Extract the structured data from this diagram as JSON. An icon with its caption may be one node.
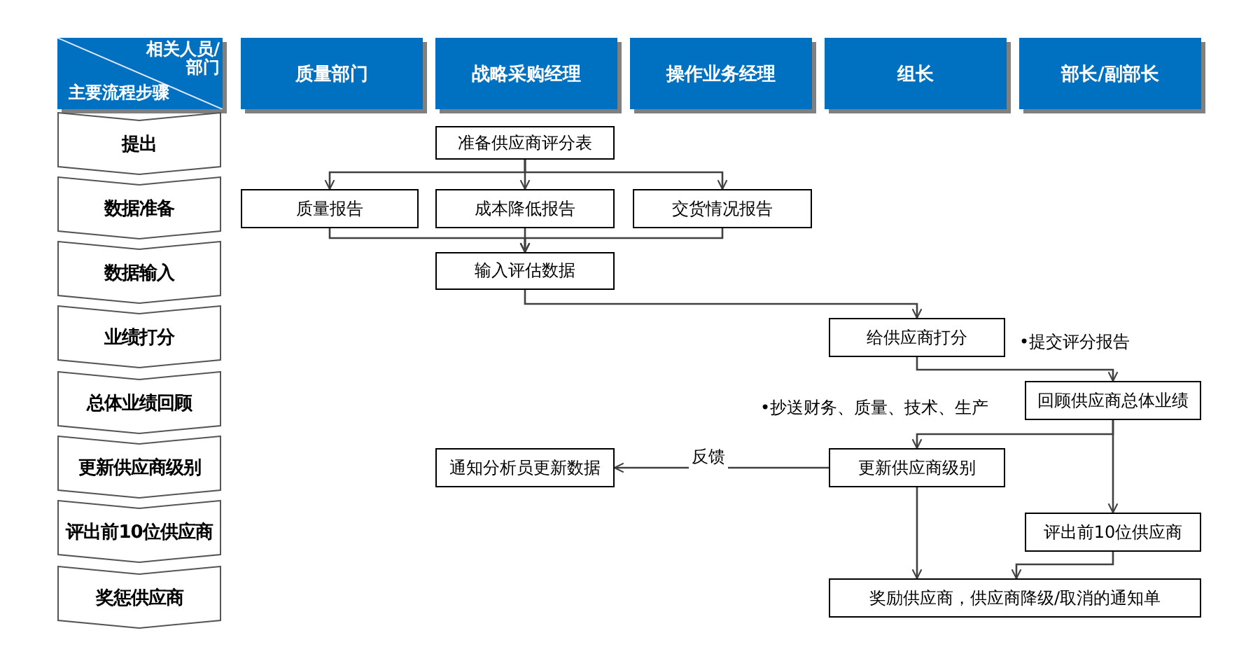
{
  "diagram": {
    "nodes": [
      {
        "text": [
          "相关人员/部门",
          "主要流程步骤"
        ]
      },
      {
        "text": [
          "质量部门"
        ]
      },
      {
        "text": [
          "战略采购经理"
        ]
      },
      {
        "text": [
          "操作业务经理"
        ]
      },
      {
        "text": [
          "组长"
        ]
      },
      {
        "text": [
          "部长/副部长"
        ]
      },
      {
        "text": [
          "提出"
        ]
      },
      {
        "text": [
          "数据准备"
        ]
      },
      {
        "text": [
          "数据输入"
        ]
      },
      {
        "text": [
          "业绩打分"
        ]
      },
      {
        "text": [
          "总体业绩回顾"
        ]
      },
      {
        "text": [
          "更新供应商级别"
        ]
      },
      {
        "text": [
          "评出前10位供应商"
        ]
      },
      {
        "text": [
          "奖惩供应商"
        ]
      },
      {
        "text": [
          "准备供应商评分表"
        ]
      },
      {
        "text": [
          "质量报告"
        ]
      },
      {
        "text": [
          "成本降低报告"
        ]
      },
      {
        "text": [
          "交货情况报告"
        ]
      },
      {
        "text": [
          "输入评估数据"
        ]
      },
      {
        "text": [
          "给供应商打分"
        ],
        "beside": [
          "•提交评分报告"
        ]
      },
      {
        "text": [
          "回顾供应商总体业绩"
        ],
        "beside": [
          "•抄送财务、质量、技术、生产"
        ]
      },
      {
        "text": [
          "更新供应商级别"
        ]
      },
      {
        "text": [
          "通知分析员更新数据"
        ]
      },
      {
        "text": [
          "评出前10位供应商"
        ]
      },
      {
        "text": [
          "奖励供应商，供应商降级/取消的通知单"
        ]
      }
    ],
    "edges": [
      {
        "from": 14,
        "to": 15,
        "arrow": "to"
      },
      {
        "from": 14,
        "to": 16,
        "arrow": "to"
      },
      {
        "from": 14,
        "to": 17,
        "arrow": "to"
      },
      {
        "from": 15,
        "to": 18,
        "arrow": "to"
      },
      {
        "from": 16,
        "to": 18,
        "arrow": "to"
      },
      {
        "from": 17,
        "to": 18,
        "arrow": "to"
      },
      {
        "from": 18,
        "to": 19,
        "arrow": "to"
      },
      {
        "from": 19,
        "to": 20,
        "arrow": "to"
      },
      {
        "from": 20,
        "to": 21,
        "arrow": "to"
      },
      {
        "from": 20,
        "to": 23,
        "arrow": "to"
      },
      {
        "from": 21,
        "to": 22,
        "arrow": "to",
        "label": "反馈"
      },
      {
        "from": 21,
        "to": 24,
        "arrow": "to"
      },
      {
        "from": 23,
        "to": 24,
        "arrow": "to"
      }
    ]
  }
}
